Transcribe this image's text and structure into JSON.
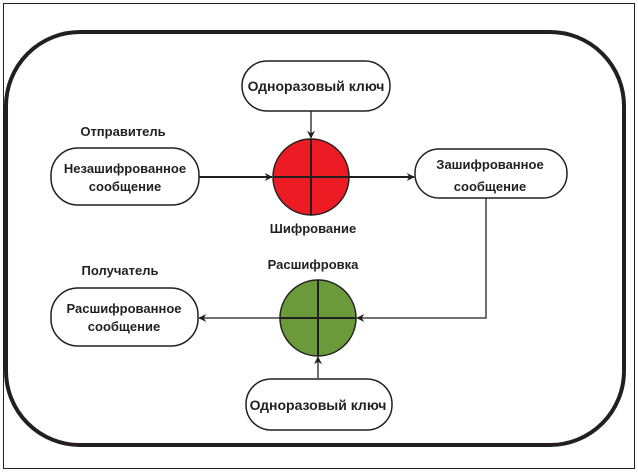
{
  "colors": {
    "stroke": "#231f20",
    "encrypt_fill": "#ed1c24",
    "decrypt_fill": "#6a9a3a",
    "box_fill": "#ffffff"
  },
  "labels": {
    "sender": "Отправитель",
    "receiver": "Получатель",
    "encryption": "Шифрование",
    "decryption": "Расшифровка"
  },
  "nodes": {
    "key_top": {
      "lines": [
        "Одноразовый ключ"
      ]
    },
    "plaintext": {
      "lines": [
        "Незашифрованное",
        "сообщение"
      ]
    },
    "ciphertext": {
      "lines": [
        "Зашифрованное",
        "сообщение"
      ]
    },
    "decrypted": {
      "lines": [
        "Расшифрованное",
        "сообщение"
      ]
    },
    "key_bottom": {
      "lines": [
        "Одноразовый ключ"
      ]
    }
  }
}
